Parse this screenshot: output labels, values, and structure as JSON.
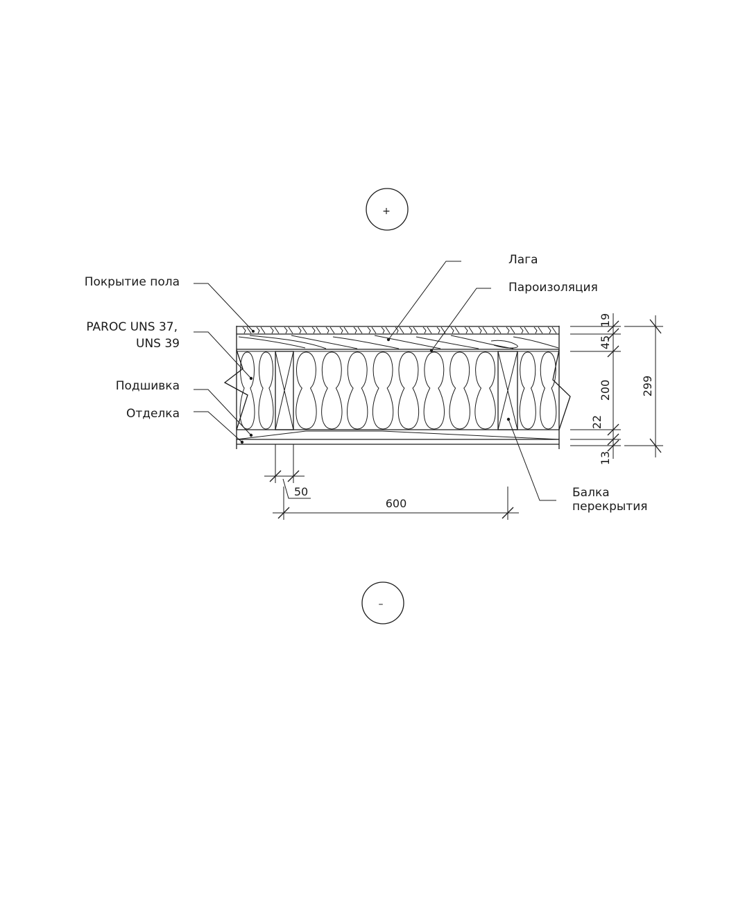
{
  "markers": {
    "top": "+",
    "bottom": "–"
  },
  "labels": {
    "floor_covering": "Покрытие пола",
    "insulation_line1": "PAROC UNS 37,",
    "insulation_line2": "UNS 39",
    "subfloor": "Подшивка",
    "finish": "Отделка",
    "joist": "Лага",
    "vapor_barrier": "Пароизоляция",
    "beam_line1": "Балка",
    "beam_line2": "перекрытия"
  },
  "dimensions": {
    "floor": "19",
    "joist": "45",
    "insulation": "200",
    "subfloor": "22",
    "finish": "13",
    "total": "299",
    "beam_width": "50",
    "spacing": "600"
  }
}
